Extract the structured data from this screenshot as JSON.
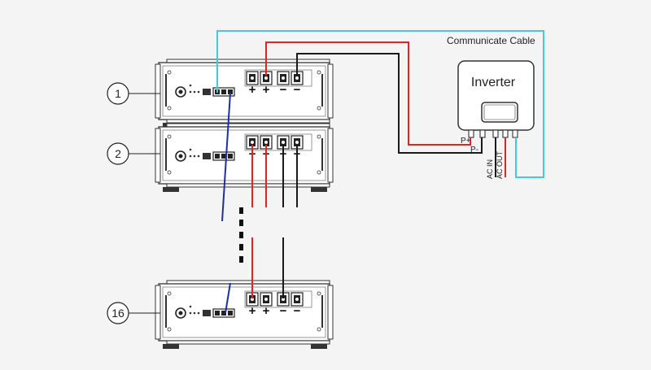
{
  "cable": {
    "communicate_label": "Communicate Cable"
  },
  "inverter": {
    "title": "Inverter",
    "terminal_p_plus": "P+",
    "terminal_p_minus": "P-",
    "ac_in": "AC IN",
    "ac_out": "AC OUT"
  },
  "batteries": [
    {
      "label": "1"
    },
    {
      "label": "2"
    },
    {
      "label": "16"
    }
  ],
  "polarity": {
    "plus": "+",
    "minus": "−"
  },
  "colors": {
    "positive_cable": "#e32222",
    "negative_cable": "#1a1a1a",
    "communicate_cable": "#45c8dc",
    "link_cable": "#1c2fa4"
  }
}
